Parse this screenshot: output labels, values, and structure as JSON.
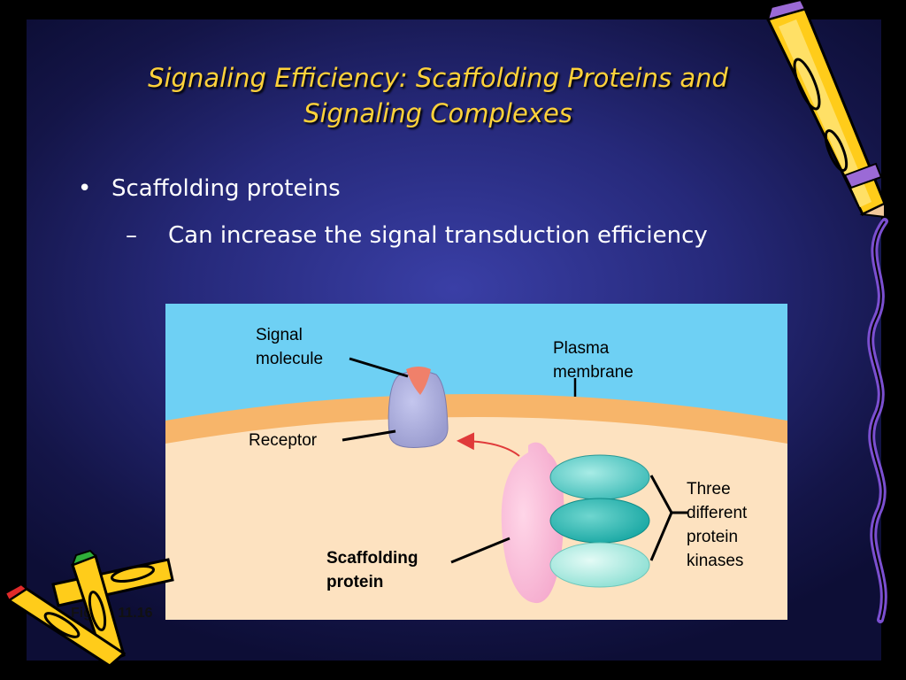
{
  "slide": {
    "title_line1": "Signaling Efficiency: Scaffolding Proteins and",
    "title_line2": "Signaling Complexes",
    "bullet_marker": "•",
    "bullet": "Scaffolding proteins",
    "sub_marker": "–",
    "sub_bullet": "Can increase the signal transduction efficiency",
    "figure_number": "Figure 11.16"
  },
  "diagram": {
    "labels": {
      "signal_molecule_1": "Signal",
      "signal_molecule_2": "molecule",
      "plasma_membrane_1": "Plasma",
      "plasma_membrane_2": "membrane",
      "receptor": "Receptor",
      "kinases_1": "Three",
      "kinases_2": "different",
      "kinases_3": "protein",
      "kinases_4": "kinases",
      "scaffold_1": "Scaffolding",
      "scaffold_2": "protein"
    },
    "colors": {
      "extracellular": "#6ed0f4",
      "membrane": "#f7b56a",
      "cytoplasm": "#fde2c0",
      "receptor": "#9a9ccf",
      "signal": "#f0806a",
      "scaffold": "#f4a8cc",
      "kinase_1": "#3fbcb8",
      "kinase_2": "#1aa8a4",
      "kinase_3": "#8ee0d4",
      "arrow": "#e03a3a"
    }
  }
}
